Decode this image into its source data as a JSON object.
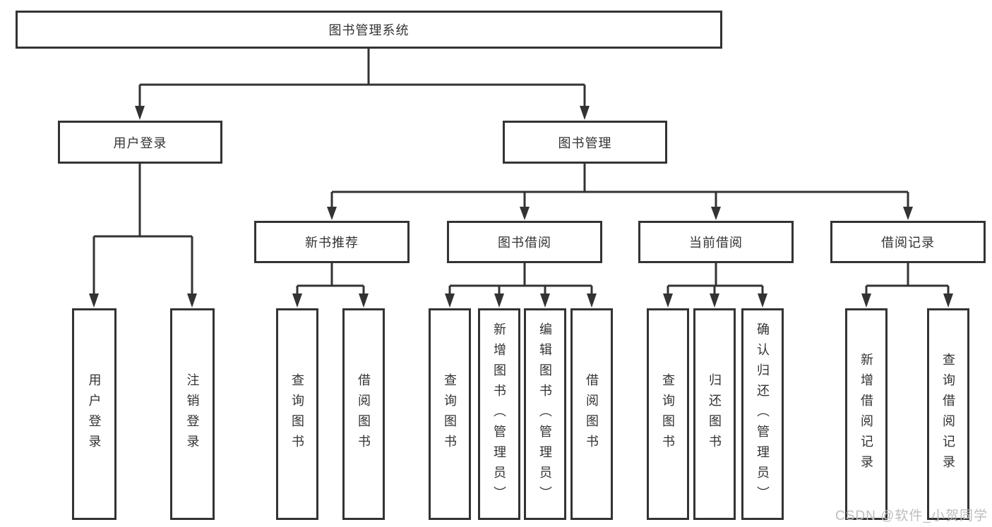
{
  "title": "图书管理系统",
  "watermark": "CSDN @软件_小贺同学",
  "colors": {
    "line": "#333333",
    "text": "#333333",
    "background": "#ffffff",
    "watermark": "#bdbdbd"
  },
  "tree": {
    "root": {
      "label": "图书管理系统"
    },
    "branches": [
      {
        "label": "用户登录",
        "children": [
          {
            "label": "用户登录"
          },
          {
            "label": "注销登录"
          }
        ]
      },
      {
        "label": "图书管理",
        "children": [
          {
            "label": "新书推荐",
            "children": [
              {
                "label": "查询图书"
              },
              {
                "label": "借阅图书"
              }
            ]
          },
          {
            "label": "图书借阅",
            "children": [
              {
                "label": "查询图书"
              },
              {
                "label": "新增图书（管理员）"
              },
              {
                "label": "编辑图书（管理员）"
              },
              {
                "label": "借阅图书"
              }
            ]
          },
          {
            "label": "当前借阅",
            "children": [
              {
                "label": "查询图书"
              },
              {
                "label": "归还图书"
              },
              {
                "label": "确认归还（管理员）"
              }
            ]
          },
          {
            "label": "借阅记录",
            "children": [
              {
                "label": "新增借阅记录"
              },
              {
                "label": "查询借阅记录"
              }
            ]
          }
        ]
      }
    ]
  }
}
